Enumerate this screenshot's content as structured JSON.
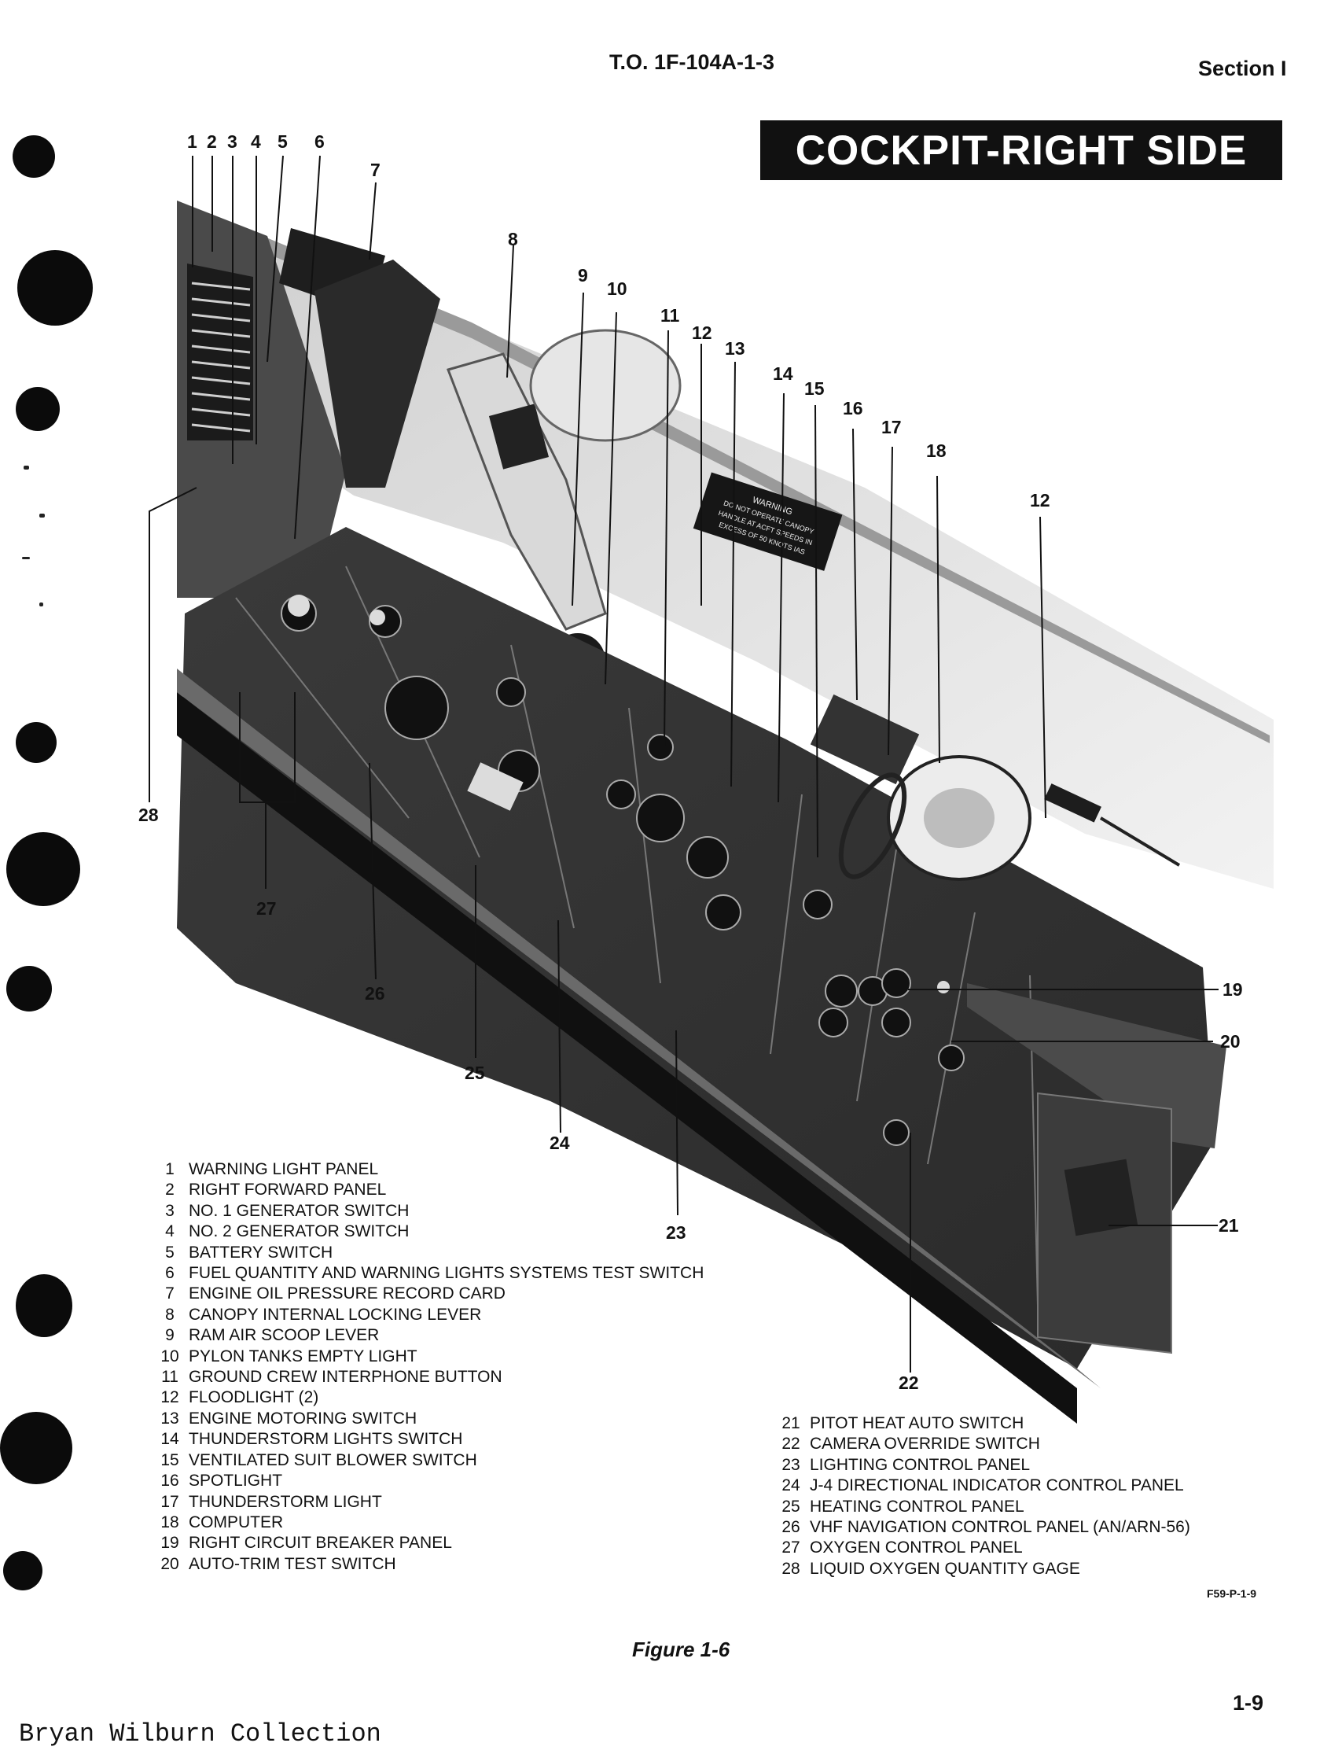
{
  "header": {
    "to_number": "T.O. 1F-104A-1-3",
    "section": "Section I"
  },
  "title": "COCKPIT-RIGHT SIDE",
  "photo": {
    "warning_placard": [
      "WARNING",
      "DO NOT OPERATE CANOPY",
      "HANDLE AT ACFT SPEEDS IN",
      "EXCESS OF 50 KNOTS IAS"
    ]
  },
  "callouts": [
    "1",
    "2",
    "3",
    "4",
    "5",
    "6",
    "7",
    "8",
    "9",
    "10",
    "11",
    "12",
    "13",
    "14",
    "15",
    "16",
    "17",
    "18",
    "12",
    "19",
    "20",
    "21",
    "22",
    "23",
    "24",
    "25",
    "26",
    "27",
    "28"
  ],
  "legend_left": [
    {
      "num": "1",
      "label": "WARNING LIGHT PANEL"
    },
    {
      "num": "2",
      "label": "RIGHT FORWARD PANEL"
    },
    {
      "num": "3",
      "label": "NO. 1 GENERATOR SWITCH"
    },
    {
      "num": "4",
      "label": "NO. 2 GENERATOR SWITCH"
    },
    {
      "num": "5",
      "label": "BATTERY SWITCH"
    },
    {
      "num": "6",
      "label": "FUEL QUANTITY AND WARNING LIGHTS SYSTEMS TEST SWITCH"
    },
    {
      "num": "7",
      "label": "ENGINE OIL PRESSURE RECORD CARD"
    },
    {
      "num": "8",
      "label": "CANOPY INTERNAL LOCKING LEVER"
    },
    {
      "num": "9",
      "label": "RAM AIR SCOOP LEVER"
    },
    {
      "num": "10",
      "label": "PYLON TANKS EMPTY LIGHT"
    },
    {
      "num": "11",
      "label": "GROUND CREW INTERPHONE BUTTON"
    },
    {
      "num": "12",
      "label": "FLOODLIGHT (2)"
    },
    {
      "num": "13",
      "label": "ENGINE MOTORING SWITCH"
    },
    {
      "num": "14",
      "label": "THUNDERSTORM LIGHTS SWITCH"
    },
    {
      "num": "15",
      "label": "VENTILATED SUIT BLOWER SWITCH"
    },
    {
      "num": "16",
      "label": "SPOTLIGHT"
    },
    {
      "num": "17",
      "label": "THUNDERSTORM LIGHT"
    },
    {
      "num": "18",
      "label": "COMPUTER"
    },
    {
      "num": "19",
      "label": "RIGHT CIRCUIT BREAKER PANEL"
    },
    {
      "num": "20",
      "label": "AUTO-TRIM TEST SWITCH"
    }
  ],
  "legend_right": [
    {
      "num": "21",
      "label": "PITOT HEAT AUTO SWITCH"
    },
    {
      "num": "22",
      "label": "CAMERA OVERRIDE SWITCH"
    },
    {
      "num": "23",
      "label": "LIGHTING CONTROL PANEL"
    },
    {
      "num": "24",
      "label": "J-4 DIRECTIONAL INDICATOR CONTROL PANEL"
    },
    {
      "num": "25",
      "label": "HEATING CONTROL PANEL"
    },
    {
      "num": "26",
      "label": "VHF NAVIGATION CONTROL PANEL (AN/ARN-56)"
    },
    {
      "num": "27",
      "label": "OXYGEN CONTROL PANEL"
    },
    {
      "num": "28",
      "label": "LIQUID OXYGEN QUANTITY GAGE"
    }
  ],
  "figure_code": "F59-P-1-9",
  "figure_caption": "Figure 1-6",
  "page_number": "1-9",
  "collection": "Bryan Wilburn Collection"
}
